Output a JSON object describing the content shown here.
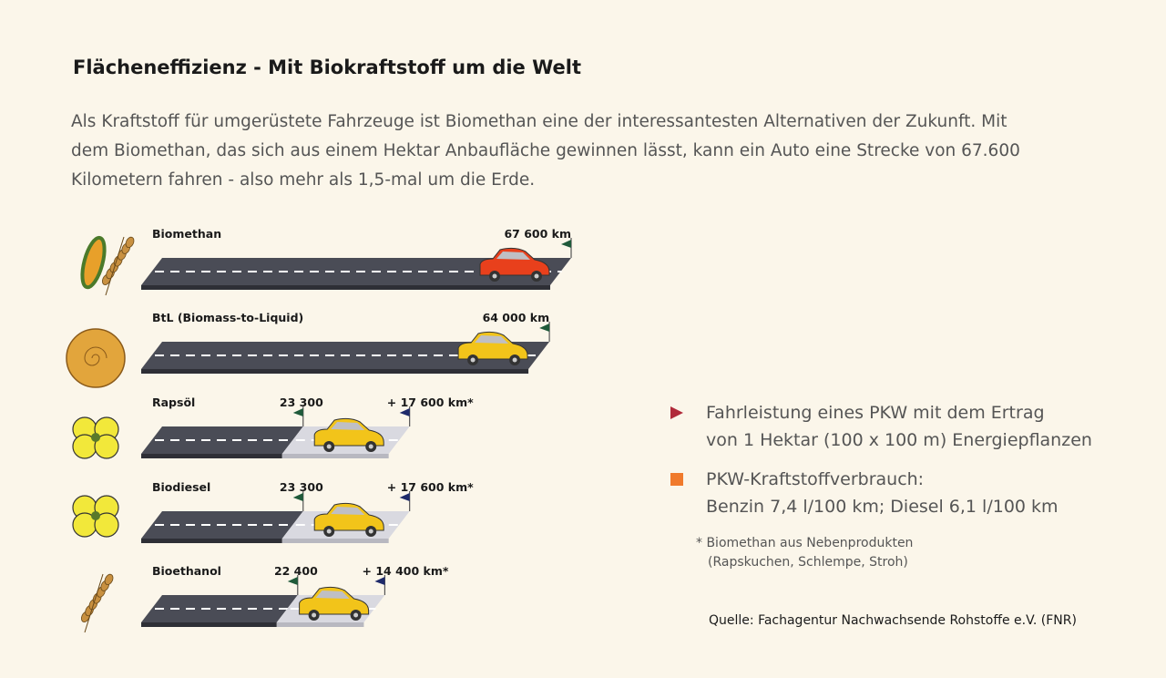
{
  "title": "Flächeneffizienz - Mit Biokraftstoff um die Welt",
  "intro": "Als Kraftstoff für umgerüstete Fahrzeuge ist Biomethan eine der interessantesten Alternativen der Zukunft. Mit dem Biomethan, das sich aus einem Hektar Anbaufläche gewinnen lässt, kann ein Auto eine Strecke von 67.600 Kilometern fahren - also mehr als 1,5-mal um die Erde.",
  "chart_data": {
    "type": "bar",
    "orientation": "horizontal",
    "unit": "km",
    "categories": [
      "Biomethan",
      "BtL (Biomass-to-Liquid)",
      "Rapsöl",
      "Biodiesel",
      "Bioethanol"
    ],
    "series": [
      {
        "name": "Fahrleistung",
        "values": [
          67600,
          64000,
          23300,
          23300,
          22400
        ],
        "color": "#4a4c56"
      },
      {
        "name": "Biomethan aus Nebenprodukten",
        "values": [
          0,
          0,
          17600,
          17600,
          14400
        ],
        "color": "#d9d9e0"
      }
    ],
    "value_labels": [
      [
        "67 600 km"
      ],
      [
        "64 000 km"
      ],
      [
        "23 300",
        "+ 17 600 km*"
      ],
      [
        "23 300",
        "+ 17 600 km*"
      ],
      [
        "22 400",
        "+ 14 400 km*"
      ]
    ],
    "icons": [
      "corn-wheat-icon",
      "hay-bale-icon",
      "rapeseed-flower-icon",
      "rapeseed-flower-icon",
      "wheat-icon"
    ],
    "car_colors": [
      "#e8401c",
      "#f2c41a",
      "#f2c41a",
      "#f2c41a",
      "#f2c41a"
    ]
  },
  "legend": {
    "item1_line1": "Fahrleistung eines PKW mit dem Ertrag",
    "item1_line2": "von 1 Hektar (100 x 100 m) Energiepflanzen",
    "item1_color": "#b02a3a",
    "item2_line1": "PKW-Kraftstoffverbrauch:",
    "item2_line2": "Benzin 7,4 l/100 km; Diesel 6,1 l/100 km",
    "item2_color": "#f07a2c"
  },
  "footnote_line1": "* Biomethan aus Nebenprodukten",
  "footnote_line2": "(Rapskuchen, Schlempe, Stroh)",
  "source": "Quelle: Fachagentur Nachwachsende Rohstoffe e.V. (FNR)"
}
